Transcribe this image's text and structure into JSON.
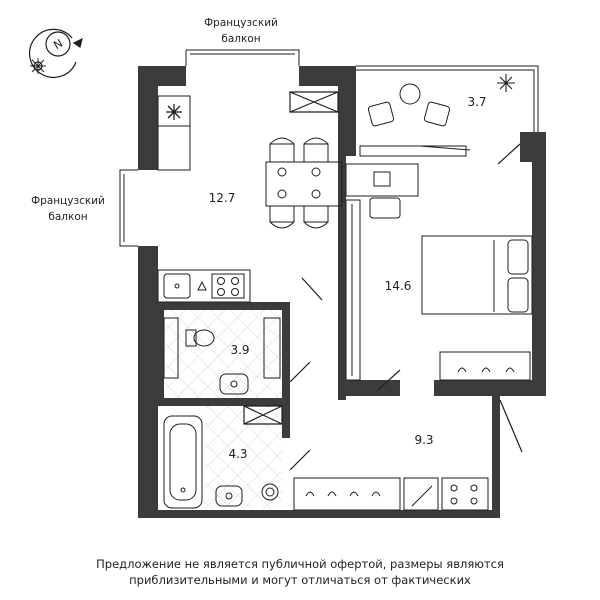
{
  "compass": {
    "letter": "N",
    "icon": "compass-icon"
  },
  "balcony_labels": {
    "top": [
      "Французский",
      "балкон"
    ],
    "left": [
      "Французский",
      "балкон"
    ]
  },
  "rooms": {
    "kitchen_living": "12.7",
    "bedroom": "14.6",
    "loggia": "3.7",
    "toilet": "3.9",
    "bathroom": "4.3",
    "hall": "9.3"
  },
  "disclaimer": {
    "line1": "Предложение не является публичной офертой, размеры являются",
    "line2": "приблизительными и могут отличаться от фактических"
  },
  "colors": {
    "wall": "#3c3c3c",
    "line": "#1e1e1e",
    "tile": "#cfcfcf"
  }
}
